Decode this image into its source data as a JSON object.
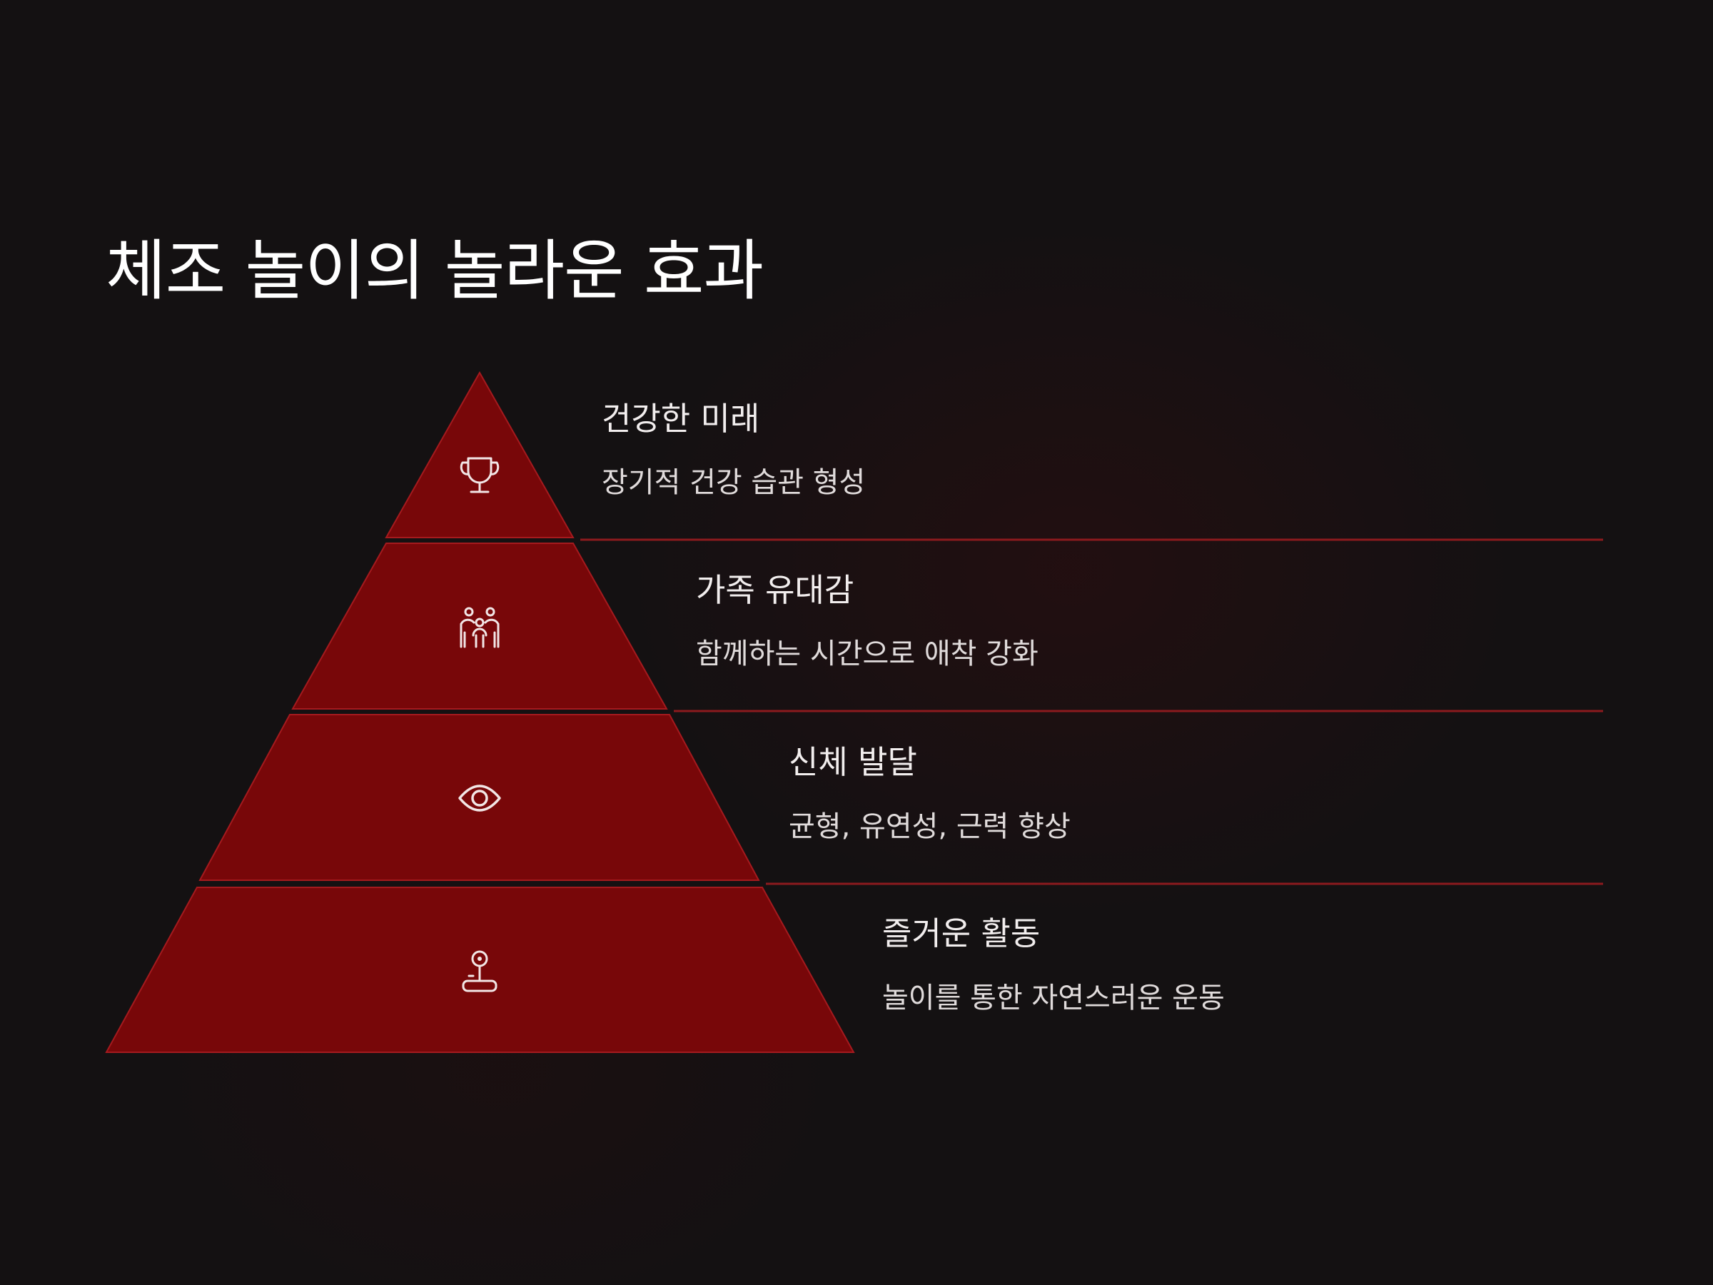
{
  "title": "체조 놀이의 놀라운 효과",
  "colors": {
    "background": "#141112",
    "tier_fill": "#780709",
    "tier_stroke": "#a51a1e",
    "divider": "#8c1a1e",
    "icon": "#f2e6e6",
    "text": "#f2eeee"
  },
  "levels": [
    {
      "title": "건강한 미래",
      "description": "장기적 건강 습관 형성",
      "icon": "trophy-icon"
    },
    {
      "title": "가족 유대감",
      "description": "함께하는 시간으로 애착 강화",
      "icon": "family-icon"
    },
    {
      "title": "신체 발달",
      "description": "균형, 유연성, 근력 향상",
      "icon": "eye-icon"
    },
    {
      "title": "즐거운 활동",
      "description": "놀이를 통한 자연스러운 운동",
      "icon": "joystick-icon"
    }
  ]
}
